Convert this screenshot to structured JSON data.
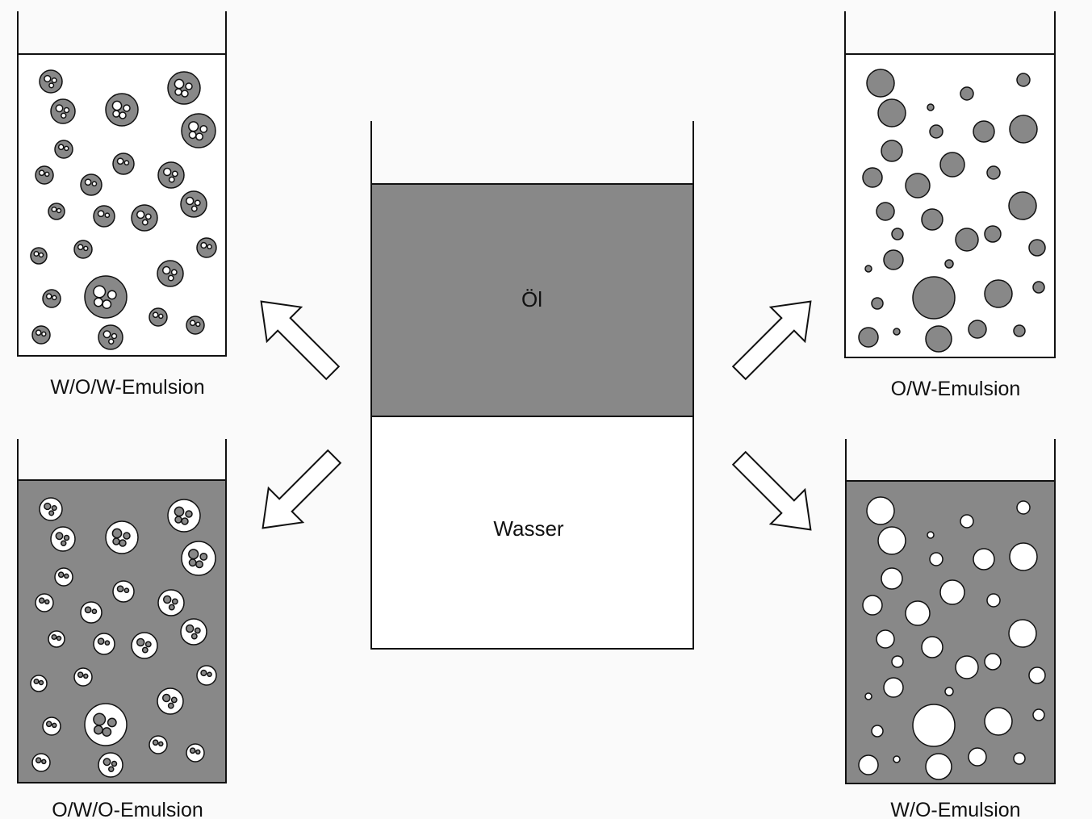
{
  "diagram": {
    "center_beaker": {
      "oil_label": "Öl",
      "water_label": "Wasser"
    },
    "emulsions": [
      {
        "id": "wow",
        "label": "W/O/W-Emulsion"
      },
      {
        "id": "ow",
        "label": "O/W-Emulsion"
      },
      {
        "id": "owo",
        "label": "O/W/O-Emulsion"
      },
      {
        "id": "wo",
        "label": "W/O-Emulsion"
      }
    ],
    "colors": {
      "oil": "#888888",
      "water": "#ffffff",
      "stroke": "#111111",
      "background": "#fafafa"
    }
  }
}
